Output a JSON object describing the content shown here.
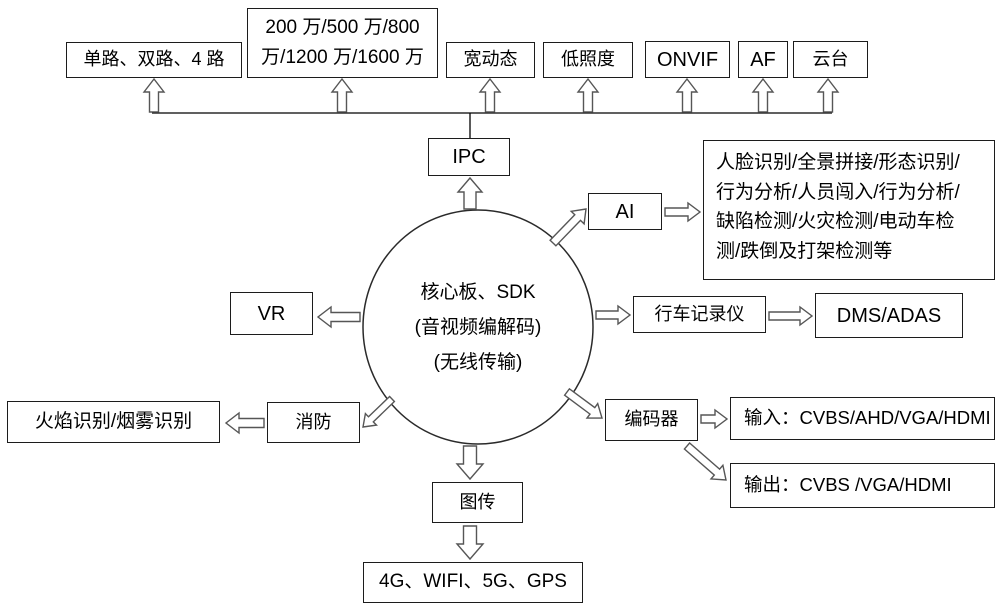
{
  "diagram": {
    "title_implicit": "核心板、SDK 应用方向图",
    "center": {
      "lines": [
        "核心板、SDK",
        "(音视频编解码)",
        "(无线传输)"
      ]
    },
    "nodes": {
      "channels": {
        "label": "单路、双路、4 路"
      },
      "megapixels": {
        "lines": [
          "200 万/500 万/800",
          "万/1200 万/1600 万"
        ]
      },
      "wdr": {
        "label": "宽动态"
      },
      "lowlight": {
        "label": "低照度"
      },
      "onvif": {
        "label": "ONVIF"
      },
      "af": {
        "label": "AF"
      },
      "ptz": {
        "label": "云台"
      },
      "ipc": {
        "label": "IPC"
      },
      "ai": {
        "label": "AI"
      },
      "ai_detail": {
        "lines": [
          "人脸识别/全景拼接/形态识别/",
          "行为分析/人员闯入/行为分析/",
          "缺陷检测/火灾检测/电动车检",
          "测/跌倒及打架检测等"
        ]
      },
      "dashcam": {
        "label": "行车记录仪"
      },
      "dms": {
        "label": "DMS/ADAS"
      },
      "encoder": {
        "label": "编码器"
      },
      "encoder_input": {
        "label": "输入：CVBS/AHD/VGA/HDMI"
      },
      "encoder_output": {
        "label": "输出：CVBS /VGA/HDMI"
      },
      "vr": {
        "label": "VR"
      },
      "fire": {
        "label": "消防"
      },
      "flame_smoke": {
        "label": "火焰识别/烟雾识别"
      },
      "transmission": {
        "label": "图传"
      },
      "connectivity": {
        "label": "4G、WIFI、5G、GPS"
      }
    },
    "colors": {
      "background": "#ffffff",
      "box_border": "#1c1c1c",
      "text": "#000000",
      "line": "#000000",
      "arrow_outline": "#565656",
      "arrow_fill": "#ffffff"
    }
  }
}
